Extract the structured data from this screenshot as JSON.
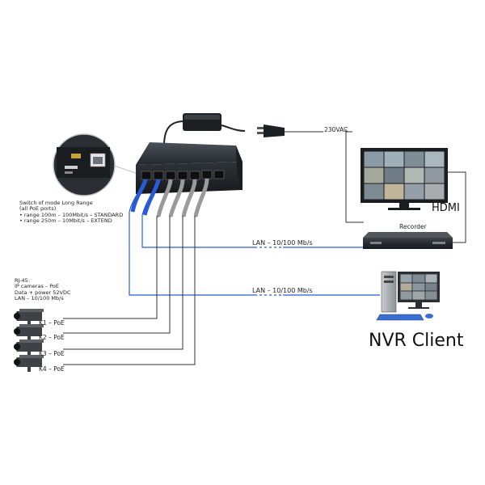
{
  "power": {
    "label": "230VAC"
  },
  "hdmi": {
    "label": "HDMI"
  },
  "recorder": {
    "label": "Recorder"
  },
  "lan_links": [
    {
      "label": "LAN – 10/100 Mb/s"
    },
    {
      "label": "LAN – 10/100 Mb/s"
    }
  ],
  "mode_info": {
    "lines": [
      "Switch of mode Long Range",
      "(all PoE ports)",
      "• range 100m – 100Mbit/s – STANDARD",
      "• range 250m – 10Mbit/s – EXTEND"
    ]
  },
  "rj45_info": {
    "lines": [
      "RJ-45:",
      "IP cameras – PoE",
      "Data + power 52VDC",
      "LAN – 10/100 Mb/s"
    ]
  },
  "cameras": [
    {
      "label": "K1 – PoE"
    },
    {
      "label": "K2 – PoE"
    },
    {
      "label": "K3 – PoE"
    },
    {
      "label": "K4 – PoE"
    }
  ],
  "nvr_client": {
    "label": "NVR Client"
  },
  "colors": {
    "cable_blue": "#2a5bd7",
    "cable_grey": "#9a9a9a",
    "wire": "#333333",
    "device_dark": "#2b2f33"
  }
}
